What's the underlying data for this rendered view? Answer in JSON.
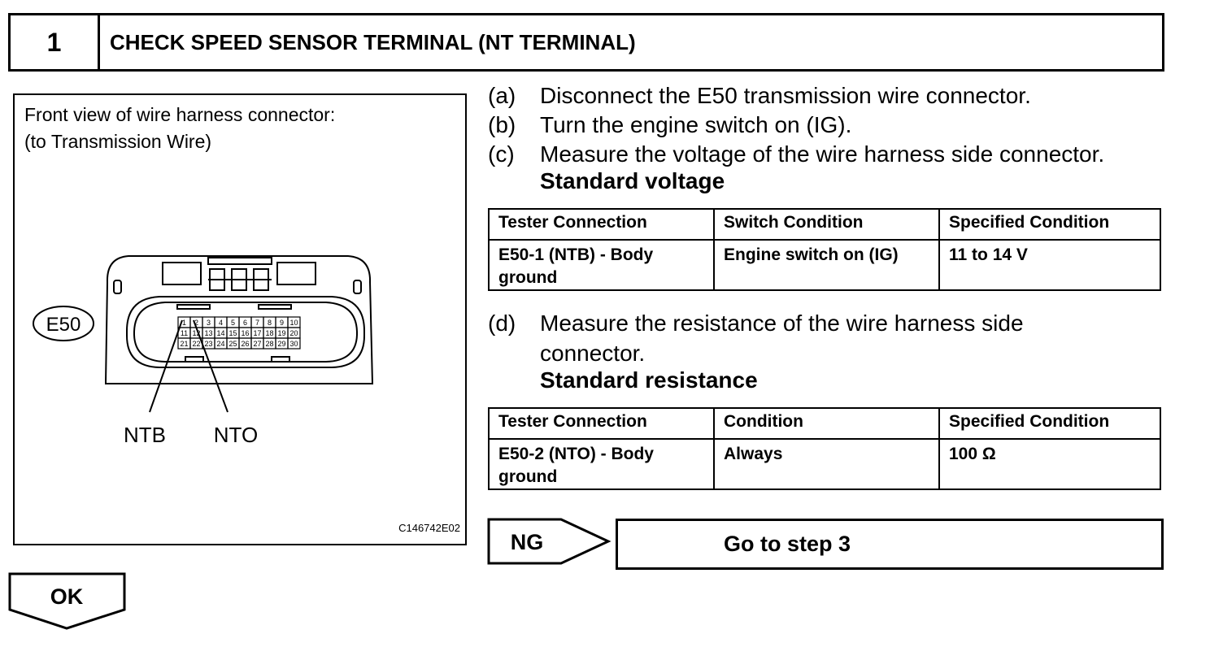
{
  "step": {
    "number": "1",
    "title": "CHECK SPEED SENSOR TERMINAL (NT TERMINAL)"
  },
  "figure": {
    "caption_line1": "Front view of wire harness connector:",
    "caption_line2": "(to Transmission Wire)",
    "connector_label": "E50",
    "pin_rows": [
      [
        "1",
        "2",
        "3",
        "4",
        "5",
        "6",
        "7",
        "8",
        "9",
        "10"
      ],
      [
        "11",
        "12",
        "13",
        "14",
        "15",
        "16",
        "17",
        "18",
        "19",
        "20"
      ],
      [
        "21",
        "22",
        "23",
        "24",
        "25",
        "26",
        "27",
        "28",
        "29",
        "30"
      ]
    ],
    "callouts": [
      "NTB",
      "NTO"
    ],
    "figure_code": "C146742E02"
  },
  "instructions": [
    {
      "label": "(a)",
      "text": "Disconnect the E50 transmission wire connector."
    },
    {
      "label": "(b)",
      "text": "Turn the engine switch on (IG)."
    },
    {
      "label": "(c)",
      "text": "Measure the voltage of the wire harness side connector."
    },
    {
      "label": "(d)",
      "text_line1": "Measure the resistance of the wire harness side",
      "text_line2": "connector."
    }
  ],
  "voltage_spec": {
    "heading": "Standard voltage",
    "columns": [
      "Tester Connection",
      "Switch Condition",
      "Specified Condition"
    ],
    "row": {
      "connection_line1": "E50-1 (NTB) - Body",
      "connection_line2": "ground",
      "condition": "Engine switch on (IG)",
      "specified": "11 to 14 V"
    }
  },
  "resistance_spec": {
    "heading": "Standard resistance",
    "columns": [
      "Tester Connection",
      "Condition",
      "Specified Condition"
    ],
    "row": {
      "connection_line1": "E50-2 (NTO) - Body",
      "connection_line2": "ground",
      "condition": "Always",
      "specified": "100 Ω"
    }
  },
  "result_ng": {
    "label": "NG",
    "action": "Go to step 3"
  },
  "result_ok": {
    "label": "OK"
  }
}
